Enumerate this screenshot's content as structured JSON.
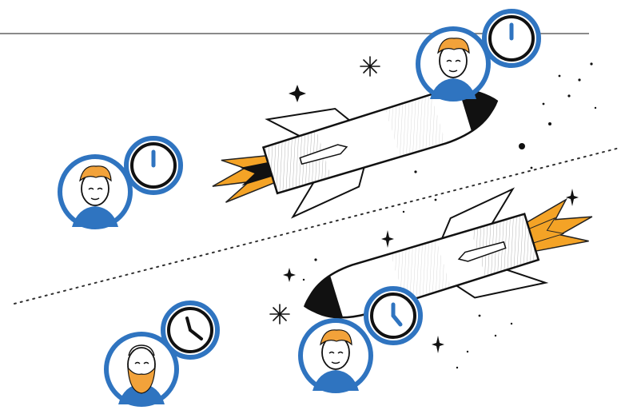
{
  "colors": {
    "accent_blue": "#2f74c0",
    "flame_orange": "#f4a326",
    "ink": "#111111",
    "skin": "#ffffff",
    "hair_orange": "#f2a23a",
    "line_gray": "#8a8a8a"
  },
  "illustration": {
    "scene": "time-dilation",
    "people": [
      {
        "id": "traveler-top-rocket",
        "role": "rider",
        "clock_icon": "clock-12-icon"
      },
      {
        "id": "observer-left",
        "role": "observer",
        "clock_icon": "clock-12-icon"
      },
      {
        "id": "traveler-bottom-rocket",
        "role": "rider",
        "clock_icon": "clock-5-icon"
      },
      {
        "id": "bearded-observer",
        "role": "observer",
        "clock_icon": "clock-4-icon"
      }
    ],
    "rockets": [
      {
        "id": "rocket-top",
        "direction": "right"
      },
      {
        "id": "rocket-bottom",
        "direction": "left"
      }
    ]
  }
}
